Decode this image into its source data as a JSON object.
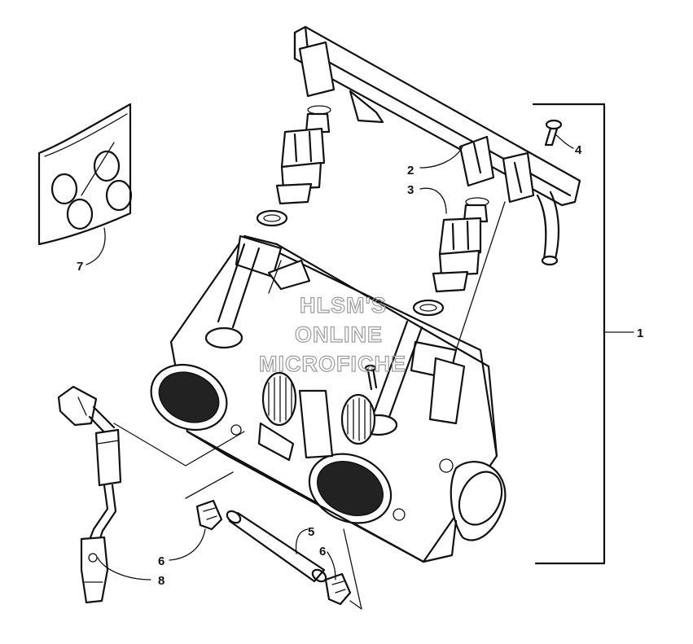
{
  "watermark": {
    "line1": "HLSM'S",
    "line2": "ONLINE",
    "line3": "MICROFICHE"
  },
  "callouts": [
    {
      "id": "1",
      "label": "1"
    },
    {
      "id": "2",
      "label": "2"
    },
    {
      "id": "3",
      "label": "3"
    },
    {
      "id": "4",
      "label": "4"
    },
    {
      "id": "5",
      "label": "5"
    },
    {
      "id": "6a",
      "label": "6"
    },
    {
      "id": "6b",
      "label": "6"
    },
    {
      "id": "7",
      "label": "7"
    },
    {
      "id": "8",
      "label": "8"
    }
  ],
  "parts": [
    {
      "id": "throttle-body-assembly",
      "icon": "throttle-body-icon"
    },
    {
      "id": "fuel-rail",
      "icon": "fuel-rail-icon"
    },
    {
      "id": "fuel-injector",
      "icon": "fuel-injector-icon"
    },
    {
      "id": "screw",
      "icon": "screw-icon"
    },
    {
      "id": "hose",
      "icon": "hose-icon"
    },
    {
      "id": "clamp",
      "icon": "clamp-icon"
    },
    {
      "id": "o-ring-kit",
      "icon": "o-ring-kit-icon"
    },
    {
      "id": "sensor-harness",
      "icon": "sensor-harness-icon"
    }
  ]
}
